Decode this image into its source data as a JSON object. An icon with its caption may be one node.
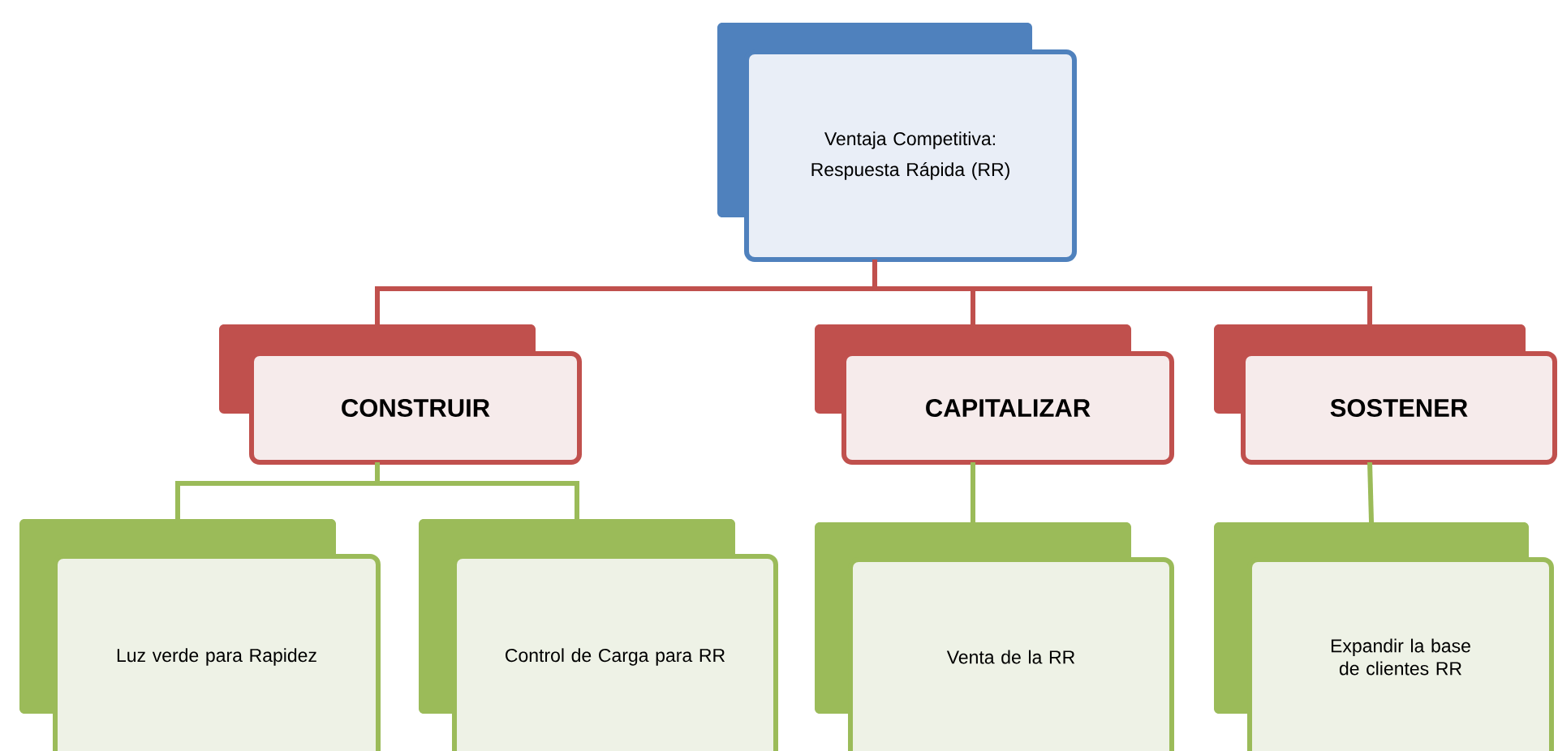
{
  "diagram": {
    "nodes": [
      {
        "text": [
          "Ventaja Competitiva:",
          "Respuesta Rápida (RR)"
        ]
      },
      {
        "text": [
          "CONSTRUIR"
        ]
      },
      {
        "text": [
          "CAPITALIZAR"
        ]
      },
      {
        "text": [
          "SOSTENER"
        ]
      },
      {
        "text": [
          "Luz verde para Rapidez"
        ]
      },
      {
        "text": [
          "Control de Carga para RR"
        ]
      },
      {
        "text": [
          "Venta de la RR"
        ]
      },
      {
        "text": [
          "Expandir la base de clientes RR"
        ]
      }
    ],
    "edges": [
      {
        "from": 0,
        "to": 1,
        "arrow": "none",
        "color": "#c0504d"
      },
      {
        "from": 0,
        "to": 2,
        "arrow": "none",
        "color": "#c0504d"
      },
      {
        "from": 0,
        "to": 3,
        "arrow": "none",
        "color": "#c0504d"
      },
      {
        "from": 1,
        "to": 4,
        "arrow": "none",
        "color": "#9bbb59"
      },
      {
        "from": 1,
        "to": 5,
        "arrow": "none",
        "color": "#9bbb59"
      },
      {
        "from": 2,
        "to": 6,
        "arrow": "none",
        "color": "#9bbb59"
      },
      {
        "from": 3,
        "to": 7,
        "arrow": "none",
        "color": "#9bbb59"
      }
    ]
  }
}
